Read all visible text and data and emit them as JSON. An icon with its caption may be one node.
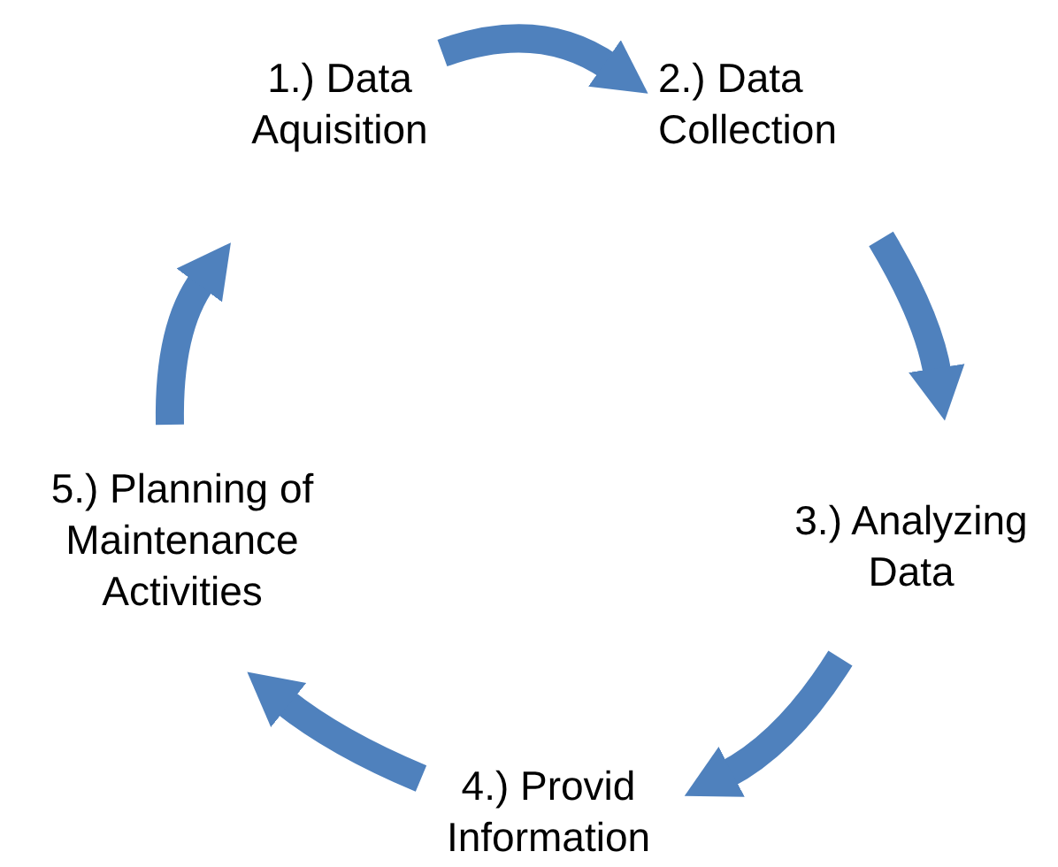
{
  "diagram": {
    "nodes": [
      {
        "text": [
          "1.) Data Aquisition"
        ]
      },
      {
        "text": [
          "2.) Data Collection"
        ]
      },
      {
        "text": [
          "3.) Analyzing Data"
        ]
      },
      {
        "text": [
          "4.) Provid Information"
        ]
      },
      {
        "text": [
          "5.) Planning of Maintenance Activities"
        ]
      }
    ],
    "edges": [
      {
        "from": 0,
        "to": 1,
        "arrow": "to"
      },
      {
        "from": 1,
        "to": 2,
        "arrow": "to"
      },
      {
        "from": 2,
        "to": 3,
        "arrow": "to"
      },
      {
        "from": 3,
        "to": 4,
        "arrow": "to"
      },
      {
        "from": 4,
        "to": 0,
        "arrow": "to"
      }
    ]
  }
}
